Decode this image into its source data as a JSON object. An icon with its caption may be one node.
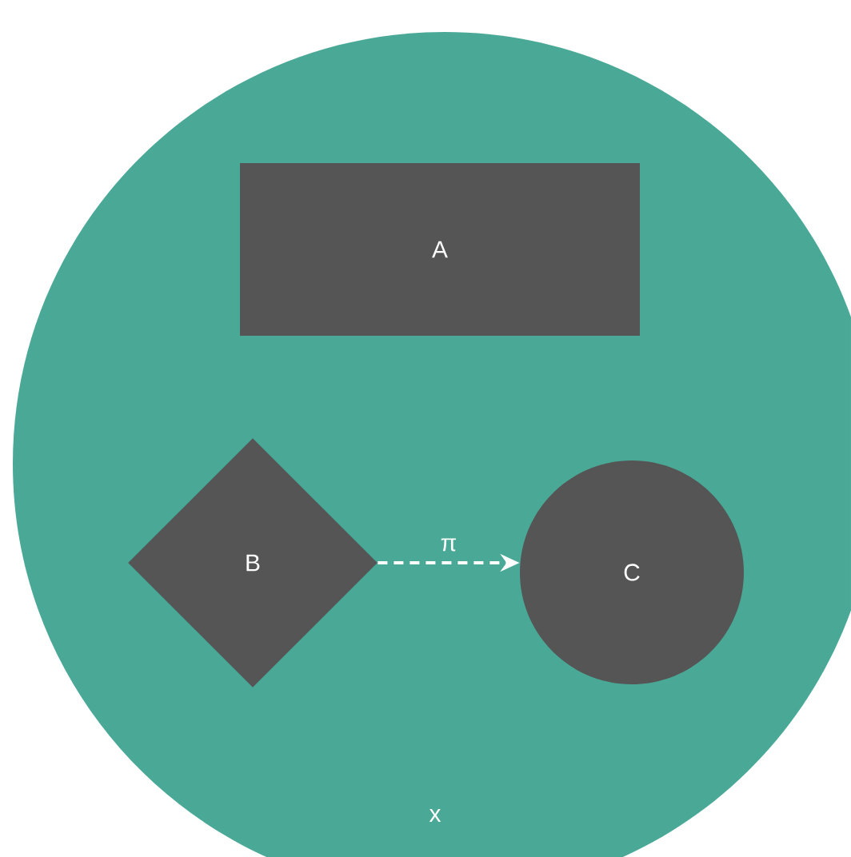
{
  "diagram": {
    "nodes": [
      {
        "text": [
          "x"
        ]
      },
      {
        "text": [
          "A"
        ],
        "in": 0
      },
      {
        "text": [
          "B"
        ],
        "in": 0
      },
      {
        "text": [
          "C"
        ],
        "in": 0
      }
    ],
    "edges": [
      {
        "from": 2,
        "to": 3,
        "arrow": "to",
        "label": "π",
        "style": "dashed",
        "color": "#ffffff"
      }
    ]
  }
}
